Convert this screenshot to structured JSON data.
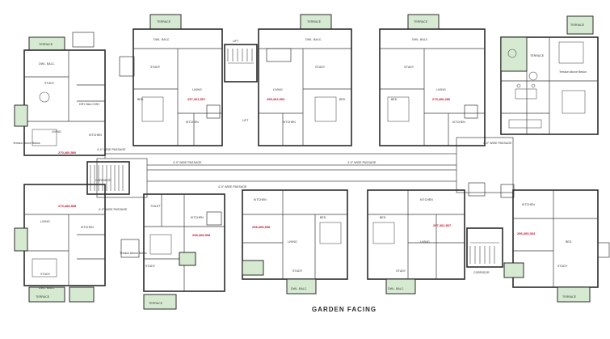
{
  "caption": "GARDEN FACING",
  "colors": {
    "terrace": "#d6ead2",
    "area_text": "#c8102e",
    "wall": "#2b2b2b"
  },
  "room_labels": {
    "terrace": "TERRACE",
    "study": "STUDY",
    "living": "LIVING",
    "bed": "BED",
    "kitchen": "KITCHEN",
    "toilet": "TOILET",
    "dry_balcony": "DRY BALCONY",
    "dwell": "DWL. BALC.",
    "lift": "LIFT",
    "passage": "4'-0\" WIDE PASSAGE",
    "corridor": "CORRIDOR",
    "terrace_above": "Terrace Above Below"
  },
  "unit_areas": [
    "270,460,560",
    "270,468,508",
    "297,401,507",
    "295,402,503",
    "275,496,280",
    "298,408,508",
    "298,408,508",
    "297,401,507",
    "296,405,304"
  ]
}
